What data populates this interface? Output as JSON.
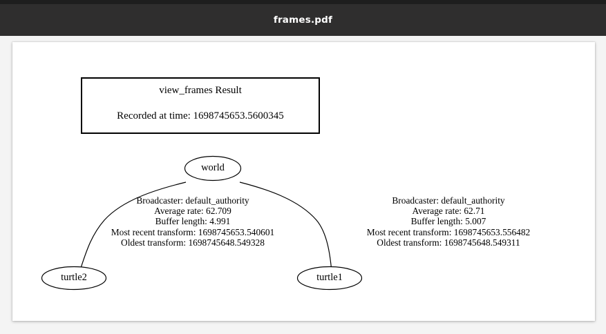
{
  "window": {
    "title": "frames.pdf"
  },
  "document": {
    "result_box": {
      "heading": "view_frames Result",
      "recorded_at": "Recorded at time: 1698745653.5600345"
    },
    "graph": {
      "nodes": [
        {
          "id": "world",
          "label": "world"
        },
        {
          "id": "turtle2",
          "label": "turtle2"
        },
        {
          "id": "turtle1",
          "label": "turtle1"
        }
      ],
      "edges": [
        {
          "from": "world",
          "to": "turtle2",
          "label_lines": [
            "Broadcaster: default_authority",
            "Average rate: 62.709",
            "Buffer length: 4.991",
            "Most recent transform: 1698745653.540601",
            "Oldest transform: 1698745648.549328"
          ],
          "broadcaster": "default_authority",
          "average_rate": "62.709",
          "buffer_length": "4.991",
          "most_recent_transform": "1698745653.540601",
          "oldest_transform": "1698745648.549328"
        },
        {
          "from": "world",
          "to": "turtle1",
          "label_lines": [
            "Broadcaster: default_authority",
            "Average rate: 62.71",
            "Buffer length: 5.007",
            "Most recent transform: 1698745653.556482",
            "Oldest transform: 1698745648.549311"
          ],
          "broadcaster": "default_authority",
          "average_rate": "62.71",
          "buffer_length": "5.007",
          "most_recent_transform": "1698745653.556482",
          "oldest_transform": "1698745648.549311"
        }
      ]
    }
  },
  "colors": {
    "titlebar_bg": "#2f2e2e",
    "top_strip_bg": "#1e1e1e",
    "titlebar_text": "#ffffff",
    "viewer_bg": "#f4f4f4",
    "page_bg": "#ffffff",
    "ink": "#000000"
  }
}
